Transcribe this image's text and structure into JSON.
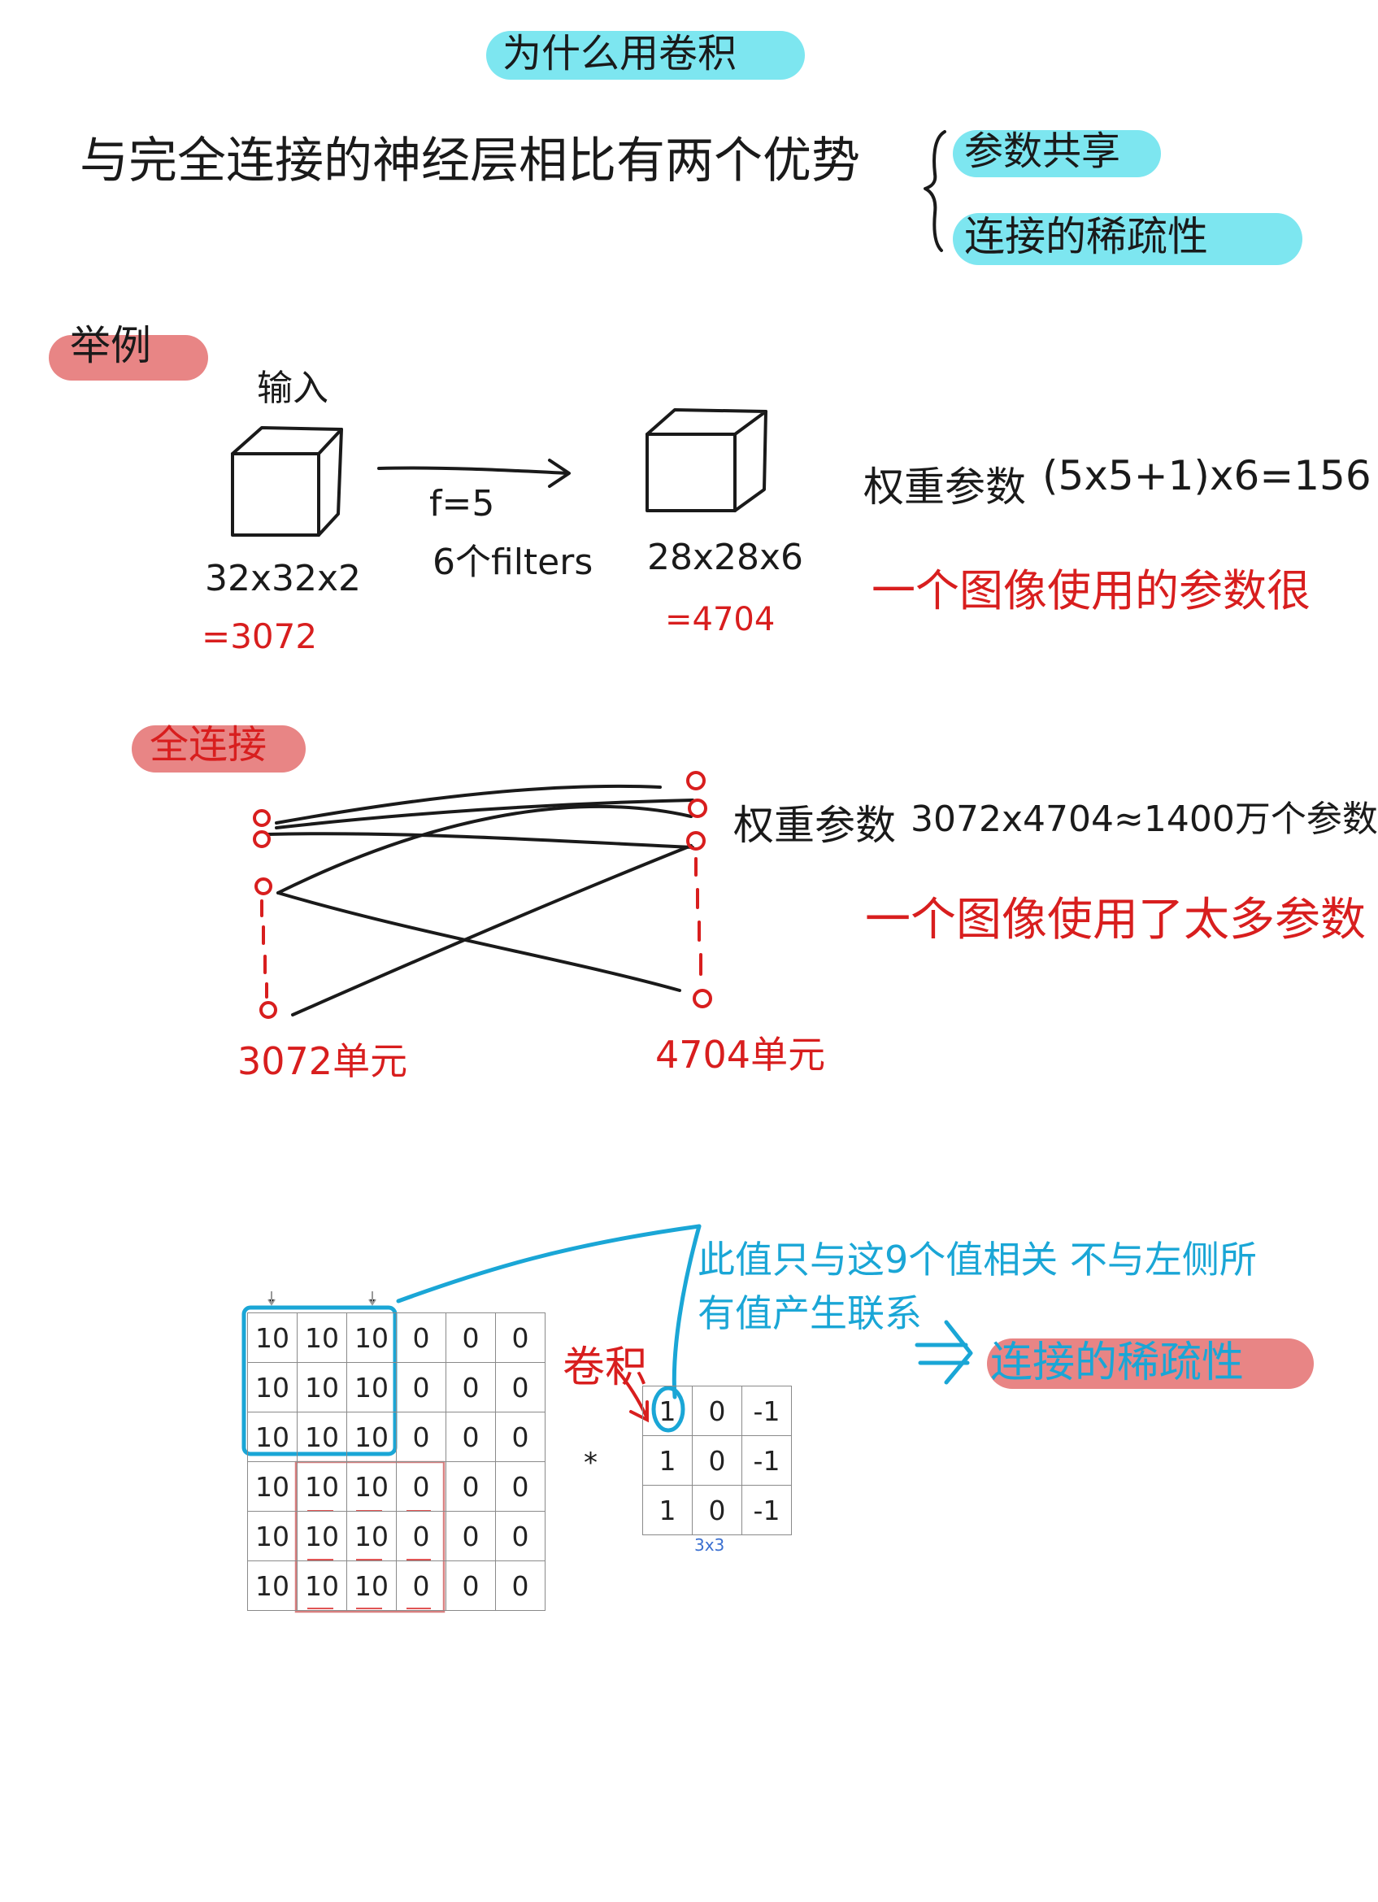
{
  "title": "为什么用卷积",
  "intro": "与完全连接的神经层相比有两个优势",
  "advantages": [
    "参数共享",
    "连接的稀疏性"
  ],
  "example": {
    "tag": "举例",
    "input_label": "输入",
    "input_dims": "32x32x2",
    "input_total": "=3072",
    "filter_size": "f=5",
    "filter_count": "6个filters",
    "output_dims": "28x28x6",
    "output_total": "=4704",
    "weights_label": "权重参数",
    "weights_calc": "(5x5+1)x6=156",
    "note": "一个图像使用的参数很"
  },
  "fully_connected": {
    "tag": "全连接",
    "weights_label": "权重参数",
    "weights_calc": "3072x4704≈1400万个参数",
    "note": "一个图像使用了太多参数",
    "left_units": "3072单元",
    "right_units": "4704单元"
  },
  "convolution": {
    "image_matrix": [
      [
        "10",
        "10",
        "10",
        "0",
        "0",
        "0"
      ],
      [
        "10",
        "10",
        "10",
        "0",
        "0",
        "0"
      ],
      [
        "10",
        "10",
        "10",
        "0",
        "0",
        "0"
      ],
      [
        "10",
        "10",
        "10",
        "0",
        "0",
        "0"
      ],
      [
        "10",
        "10",
        "10",
        "0",
        "0",
        "0"
      ],
      [
        "10",
        "10",
        "10",
        "0",
        "0",
        "0"
      ]
    ],
    "operator": "*",
    "kernel_label": "卷积",
    "kernel_matrix": [
      [
        "1",
        "0",
        "-1"
      ],
      [
        "1",
        "0",
        "-1"
      ],
      [
        "1",
        "0",
        "-1"
      ]
    ],
    "kernel_size": "3x3",
    "annotation_line1": "此值只与这9个值相关 不与左侧所",
    "annotation_line2": "有值产生联系",
    "arrow": "⇒",
    "conclusion": "连接的稀疏性"
  },
  "colors": {
    "ink": "#1a1a1a",
    "red": "#d81e1e",
    "blue": "#1aa6d6",
    "highlight_cyan": "#7de6f0",
    "highlight_red": "#e88585"
  }
}
